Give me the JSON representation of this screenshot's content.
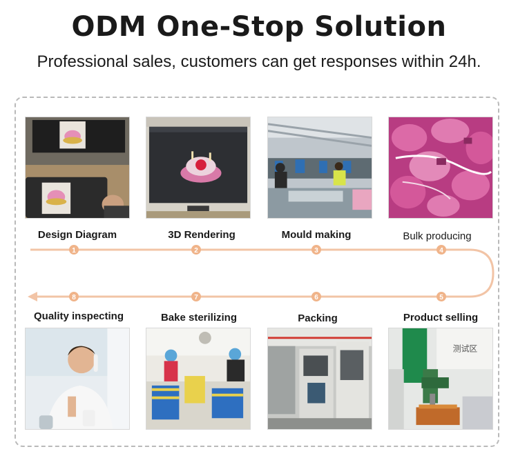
{
  "header": {
    "title": "ODM One-Stop Solution",
    "subtitle": "Professional sales, customers can get responses within 24h."
  },
  "steps": [
    {
      "number": "1",
      "label": "Design Diagram"
    },
    {
      "number": "2",
      "label": "3D Rendering"
    },
    {
      "number": "3",
      "label": "Mould making"
    },
    {
      "number": "4",
      "label": "Bulk producing"
    },
    {
      "number": "5",
      "label": "Product selling"
    },
    {
      "number": "6",
      "label": "Packing"
    },
    {
      "number": "7",
      "label": "Bake sterilizing"
    },
    {
      "number": "8",
      "label": "Quality inspecting"
    }
  ],
  "photos": {
    "product_selling_sign": "测试区"
  },
  "colors": {
    "flow_line": "#f2c4a6",
    "step_marker": "#f0b48a",
    "frame_border": "#b9b9b9"
  }
}
